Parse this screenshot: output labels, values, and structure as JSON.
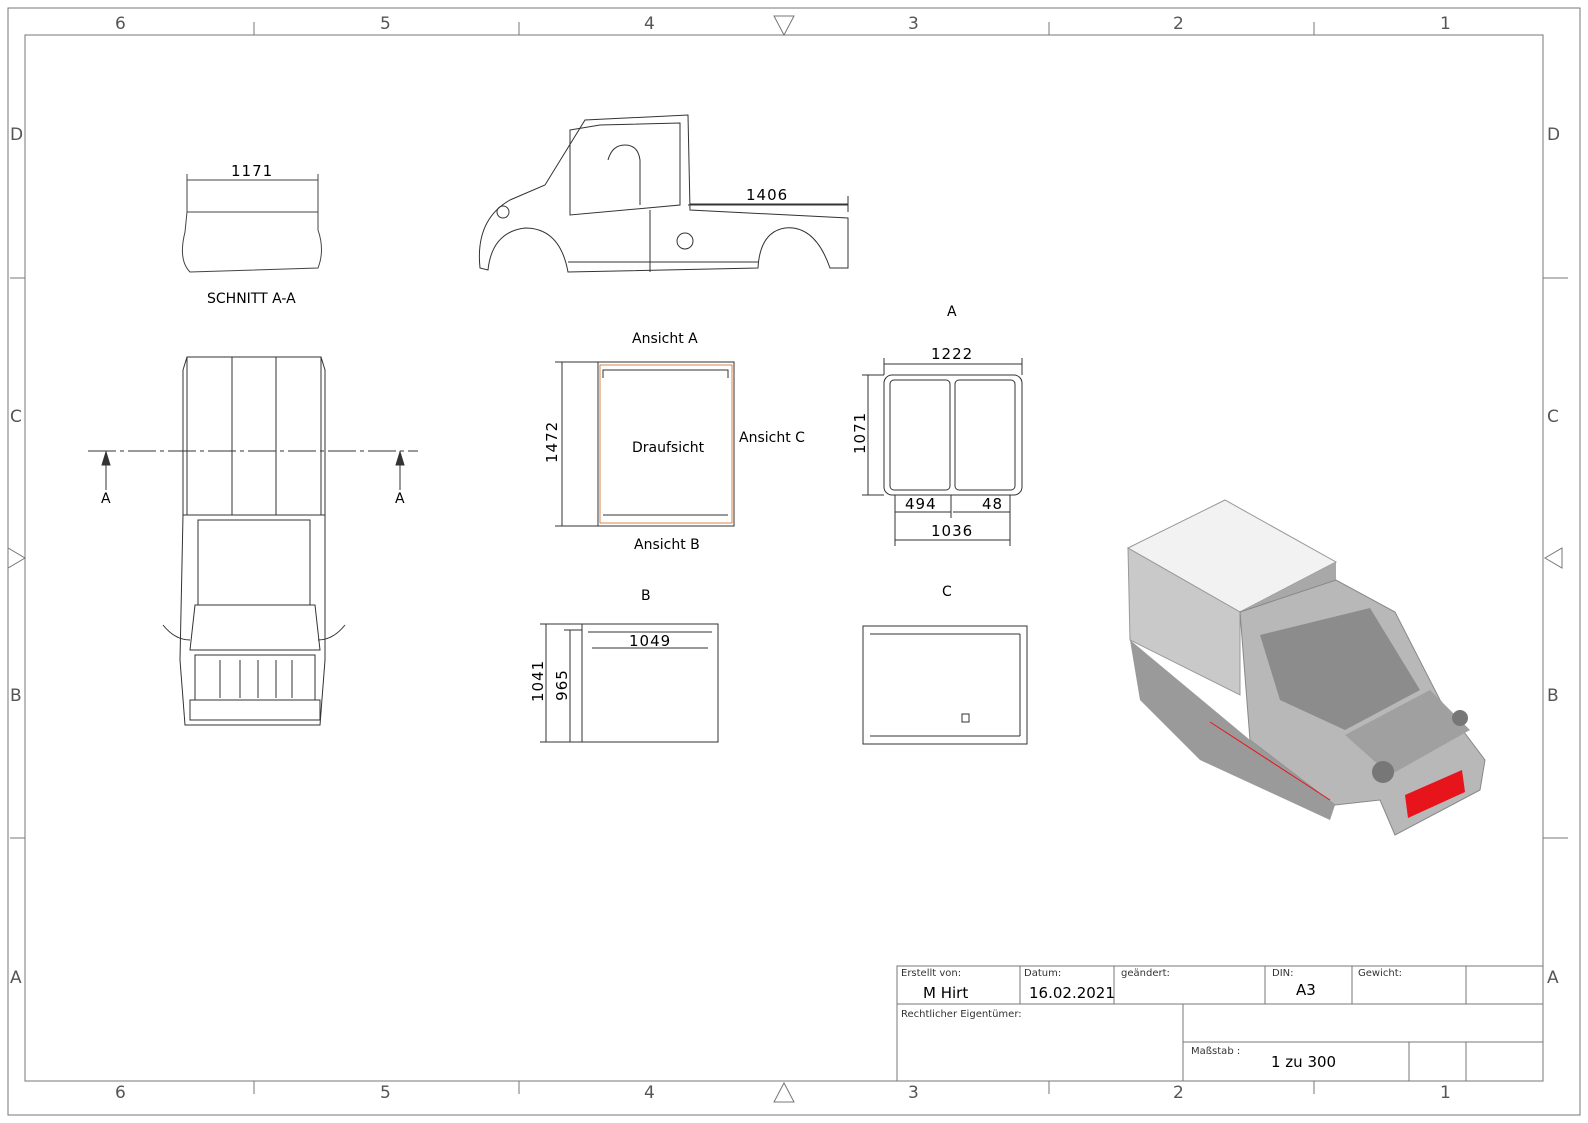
{
  "frame": {
    "columns": [
      "6",
      "5",
      "4",
      "3",
      "2",
      "1"
    ],
    "rows": [
      "D",
      "C",
      "B",
      "A"
    ]
  },
  "views": {
    "section_label": "SCHNITT A-A",
    "section_width": "1171",
    "side_dim": "1406",
    "cut_marker_left": "A",
    "cut_marker_right": "A",
    "ansicht_a": "Ansicht A",
    "ansicht_b": "Ansicht B",
    "ansicht_c": "Ansicht C",
    "draufsicht": "Draufsicht",
    "draufsicht_height": "1472",
    "view_a_title": "A",
    "view_a_width": "1222",
    "view_a_height": "1071",
    "view_a_left_bottom": "494",
    "view_a_right_bottom": "48",
    "view_a_total": "1036",
    "view_b_title": "B",
    "view_b_width": "1049",
    "view_b_outer_height": "1041",
    "view_b_inner_height": "965",
    "view_c_title": "C"
  },
  "title_block": {
    "erstellt_label": "Erstellt von:",
    "erstellt_value": "M Hirt",
    "datum_label": "Datum:",
    "datum_value": "16.02.2021",
    "geaendert_label": "geändert:",
    "din_label": "DIN:",
    "din_value": "A3",
    "gewicht_label": "Gewicht:",
    "eigentuemer_label": "Rechtlicher Eigentümer:",
    "massstab_label": "Maßstab :",
    "massstab_value": "1 zu 300"
  },
  "colors": {
    "line": "#555555",
    "accent_red": "#e8141c",
    "render_grey": "#8a8a8a",
    "orange_edge": "#d2691e"
  }
}
